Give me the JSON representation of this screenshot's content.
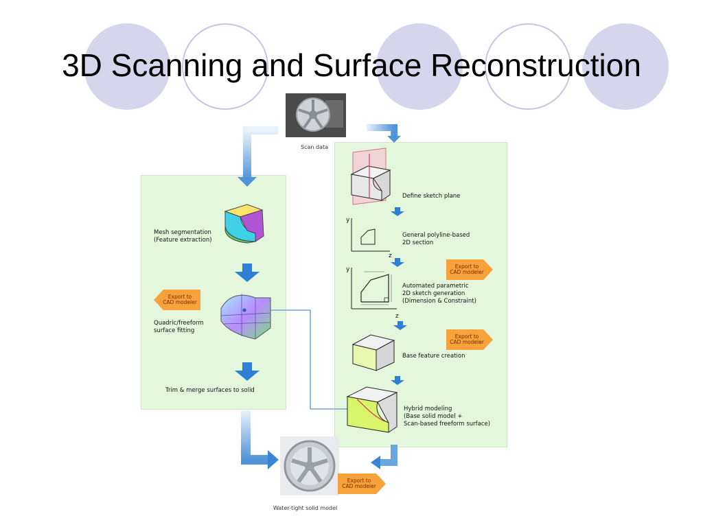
{
  "slide": {
    "title": "3D Scanning and Surface Reconstruction"
  },
  "diagram": {
    "inputs": {
      "scan_caption": "Scan data"
    },
    "left_panel": {
      "steps": [
        "Mesh segmentation\n(Feature extraction)",
        "Quadric/freeform\nsurface fitting",
        "Trim & merge surfaces to solid"
      ],
      "export_label": "Export to\nCAD modeler"
    },
    "right_panel": {
      "steps": [
        "Define sketch plane",
        "General polyline-based\n2D section",
        "Automated parametric\n2D sketch generation\n(Dimension & Constraint)",
        "Base feature creation",
        "Hybrid modeling\n(Base solid model +\nScan-based freeform surface)"
      ],
      "axis_y": "y",
      "axis_z": "z",
      "export_labels": [
        "Export to\nCAD modeler",
        "Export to\nCAD modeler"
      ]
    },
    "output": {
      "caption": "Water-tight solid model",
      "export_label": "Export to\nCAD modeler"
    },
    "colors": {
      "panel_bg": "#e4f6dc",
      "arrow_blue": "#3a86d6",
      "export_orange": "#f7a23a",
      "decor_circle": "#d5d5ec"
    }
  }
}
